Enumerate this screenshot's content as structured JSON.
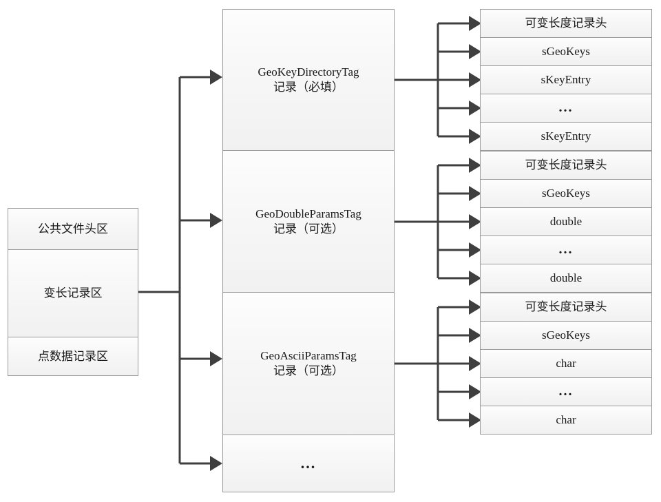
{
  "diagram": {
    "title": "LAS GeoTIFF variable-length record structure",
    "line_color": "#3f3f3f",
    "box_border_color": "#9a9a9a",
    "box_fill_top": "#fdfdfd",
    "box_fill_bottom": "#f1f1f1"
  },
  "left_stack": {
    "items": [
      {
        "label": "公共文件头区"
      },
      {
        "label": "变长记录区"
      },
      {
        "label": "点数据记录区"
      }
    ]
  },
  "middle_stack": {
    "items": [
      {
        "label": "GeoKeyDirectoryTag\n记录（必填）"
      },
      {
        "label": "GeoDoubleParamsTag\n记录（可选）"
      },
      {
        "label": "GeoAsciiParamsTag\n记录（可选）"
      },
      {
        "label": "..."
      }
    ]
  },
  "right_groups": [
    {
      "source": "GeoKeyDirectoryTag",
      "items": [
        {
          "label": "可变长度记录头"
        },
        {
          "label": "sGeoKeys"
        },
        {
          "label": "sKeyEntry"
        },
        {
          "label": "..."
        },
        {
          "label": "sKeyEntry"
        }
      ]
    },
    {
      "source": "GeoDoubleParamsTag",
      "items": [
        {
          "label": "可变长度记录头"
        },
        {
          "label": "sGeoKeys"
        },
        {
          "label": "double"
        },
        {
          "label": "..."
        },
        {
          "label": "double"
        }
      ]
    },
    {
      "source": "GeoAsciiParamsTag",
      "items": [
        {
          "label": "可变长度记录头"
        },
        {
          "label": "sGeoKeys"
        },
        {
          "label": "char"
        },
        {
          "label": "..."
        },
        {
          "label": "char"
        }
      ]
    }
  ]
}
